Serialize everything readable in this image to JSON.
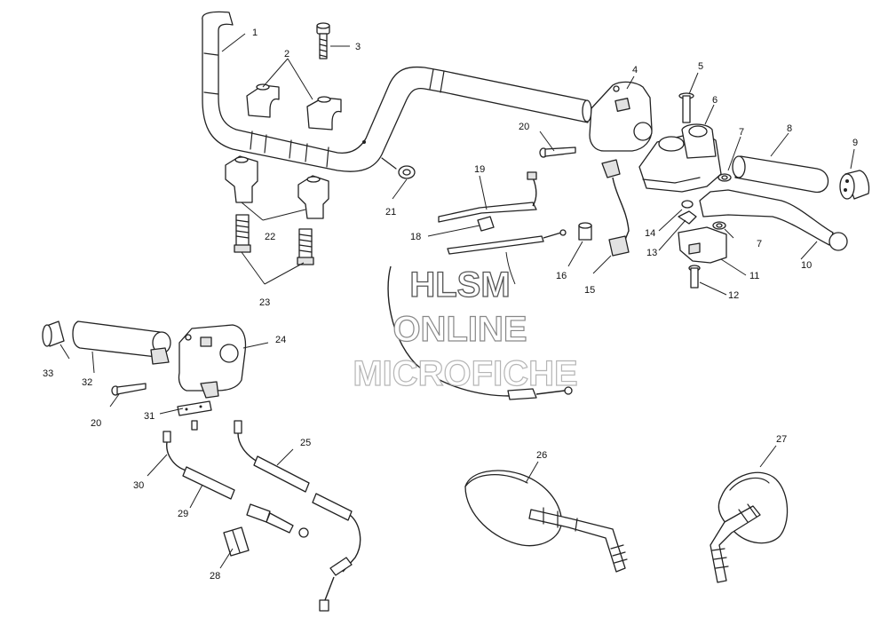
{
  "callouts": {
    "p1": "1",
    "p2": "2",
    "p3": "3",
    "p4": "4",
    "p5": "5",
    "p6": "6",
    "p7a": "7",
    "p7b": "7",
    "p8": "8",
    "p9": "9",
    "p10": "10",
    "p11": "11",
    "p12": "12",
    "p13": "13",
    "p14": "14",
    "p15": "15",
    "p16": "16",
    "p18": "18",
    "p19": "19",
    "p20a": "20",
    "p20b": "20",
    "p21": "21",
    "p22": "22",
    "p23": "23",
    "p24": "24",
    "p25": "25",
    "p26": "26",
    "p27": "27",
    "p28": "28",
    "p29": "29",
    "p30": "30",
    "p31": "31",
    "p32": "32",
    "p33": "33"
  },
  "watermark": {
    "line1": "HLSM",
    "line2": "ONLINE",
    "line3": "MICROFICHE"
  }
}
